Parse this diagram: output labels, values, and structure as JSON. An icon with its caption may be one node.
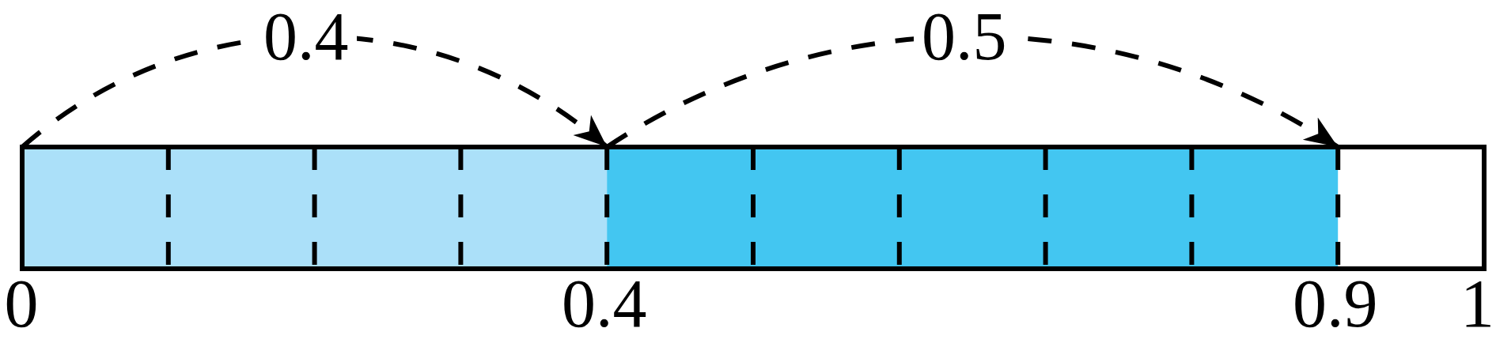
{
  "diagram": {
    "labels": [
      "0.4",
      "0.5",
      "0",
      "0.4",
      "0.9",
      "1"
    ]
  }
}
